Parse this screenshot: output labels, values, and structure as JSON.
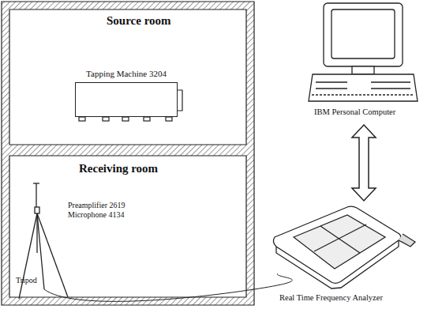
{
  "diagram": {
    "nodes": [
      {
        "text": [
          "Source room"
        ]
      },
      {
        "text": [
          "Tapping Machine 3204"
        ],
        "in": 0
      },
      {
        "text": [
          "Receiving room"
        ]
      },
      {
        "text": [
          "IBM Personal Computer"
        ]
      },
      {
        "text": [
          "Real Time Frequency Analyzer"
        ]
      }
    ],
    "edges": [
      {
        "from": 3,
        "to": 4,
        "arrow": "both"
      }
    ],
    "labels": [
      "Preamplifier 2619",
      "Microphone 4134",
      "Tripod"
    ]
  }
}
